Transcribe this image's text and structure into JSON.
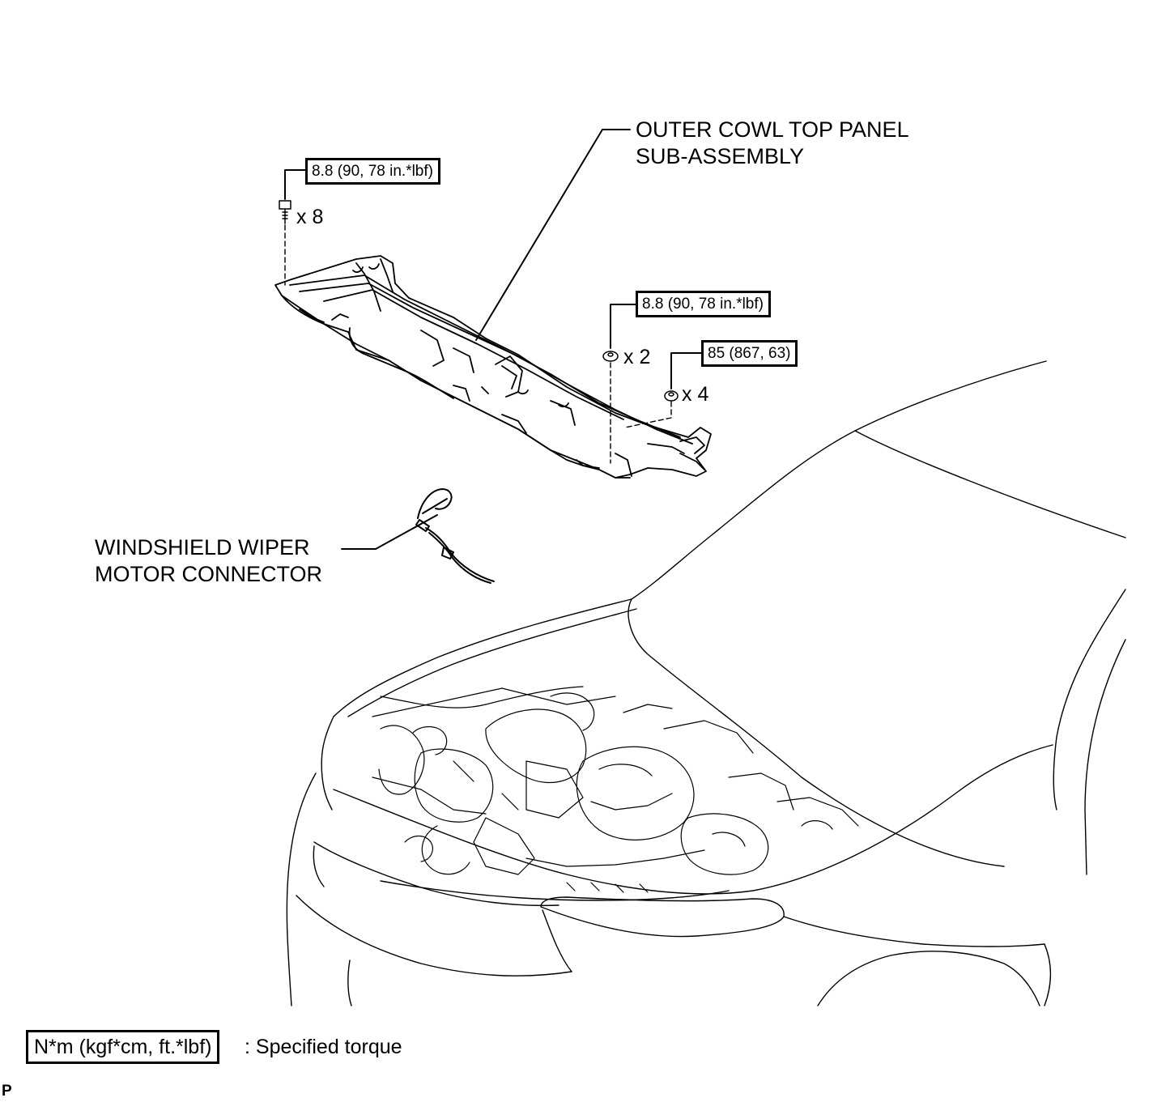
{
  "callouts": {
    "outer_cowl_line1": "OUTER COWL TOP PANEL",
    "outer_cowl_line2": "SUB-ASSEMBLY",
    "wiper_line1": "WINDSHIELD WIPER",
    "wiper_line2": "MOTOR CONNECTOR"
  },
  "torques": {
    "bolts_left": {
      "value": "8.8 (90, 78 in.*lbf)",
      "qty": "x 8"
    },
    "nuts_center": {
      "value": "8.8 (90, 78 in.*lbf)",
      "qty": "x 2"
    },
    "nuts_right": {
      "value": "85 (867, 63)",
      "qty": "x 4"
    }
  },
  "legend": {
    "box": "N*m (kgf*cm, ft.*lbf)",
    "text": ": Specified torque"
  },
  "corner_mark": "P"
}
